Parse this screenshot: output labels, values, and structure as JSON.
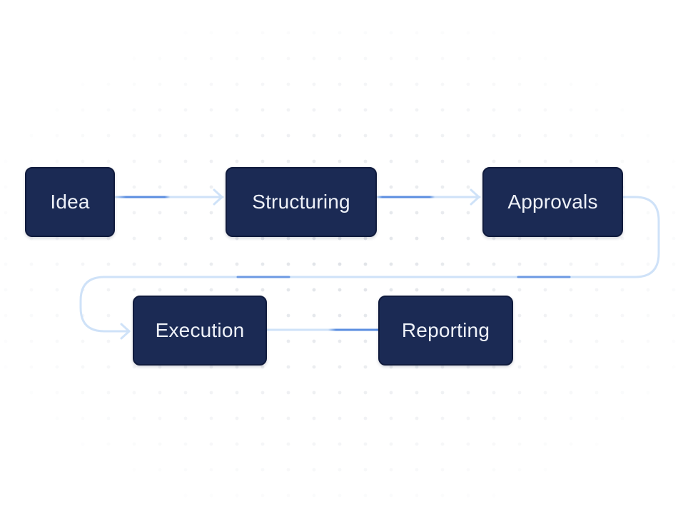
{
  "diagram": {
    "nodes": [
      {
        "id": "idea",
        "label": "Idea"
      },
      {
        "id": "structuring",
        "label": "Structuring"
      },
      {
        "id": "approvals",
        "label": "Approvals"
      },
      {
        "id": "execution",
        "label": "Execution"
      },
      {
        "id": "reporting",
        "label": "Reporting"
      }
    ],
    "edges": [
      {
        "from": "idea",
        "to": "structuring",
        "arrow": true
      },
      {
        "from": "structuring",
        "to": "approvals",
        "arrow": true
      },
      {
        "from": "approvals",
        "to": "execution",
        "arrow": true
      },
      {
        "from": "execution",
        "to": "reporting",
        "arrow": false
      }
    ]
  },
  "colors": {
    "background": "#ffffff",
    "node_fill": "#1b2a54",
    "node_border": "#101b3d",
    "node_text": "#eef1f8",
    "connector": "#cfe2f8",
    "connector_highlight": "#5b8ee0",
    "grid_dot": "#e6e8ec"
  }
}
